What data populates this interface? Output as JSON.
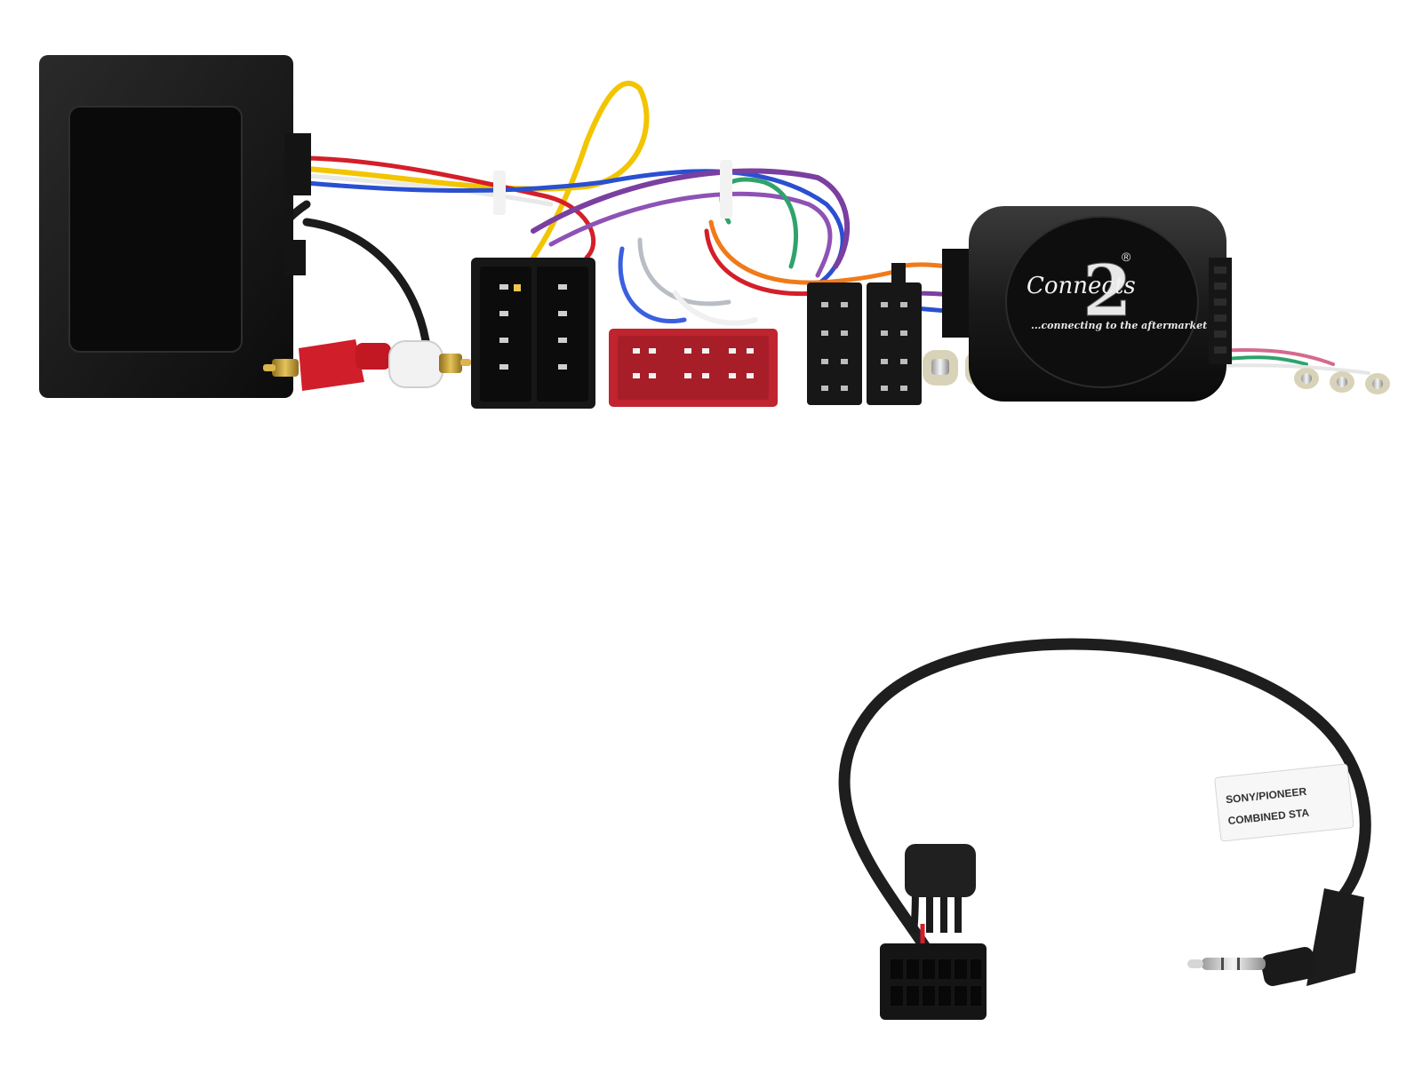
{
  "brand": {
    "logo_numeral": "2",
    "logo_script": "Connects",
    "registered_mark": "®",
    "tagline": "...connecting to the aftermarket"
  },
  "cable_label": {
    "line1": "SONY/PIONEER",
    "line2": "COMBINED STA"
  },
  "colors": {
    "background": "#ffffff",
    "housing_black": "#1a1a1a",
    "connector_red": "#c0242f",
    "wire_yellow": "#f2c500",
    "wire_blue": "#2a4fd0",
    "wire_purple": "#7a3fa0",
    "wire_green": "#2fa36b",
    "wire_orange": "#f07a1a",
    "wire_red": "#d41f2a",
    "wire_grey": "#9aa0a6",
    "rca_red": "#d01e2a",
    "rca_white": "#f2f2f2",
    "gold_pin": "#c9a23a"
  },
  "icons": {
    "interface_box": "black-module-box",
    "iso_connector": "iso-plug",
    "red_connector": "quadlock-red",
    "rca_plugs": "rca-plug",
    "jack": "3.5mm-jack"
  }
}
